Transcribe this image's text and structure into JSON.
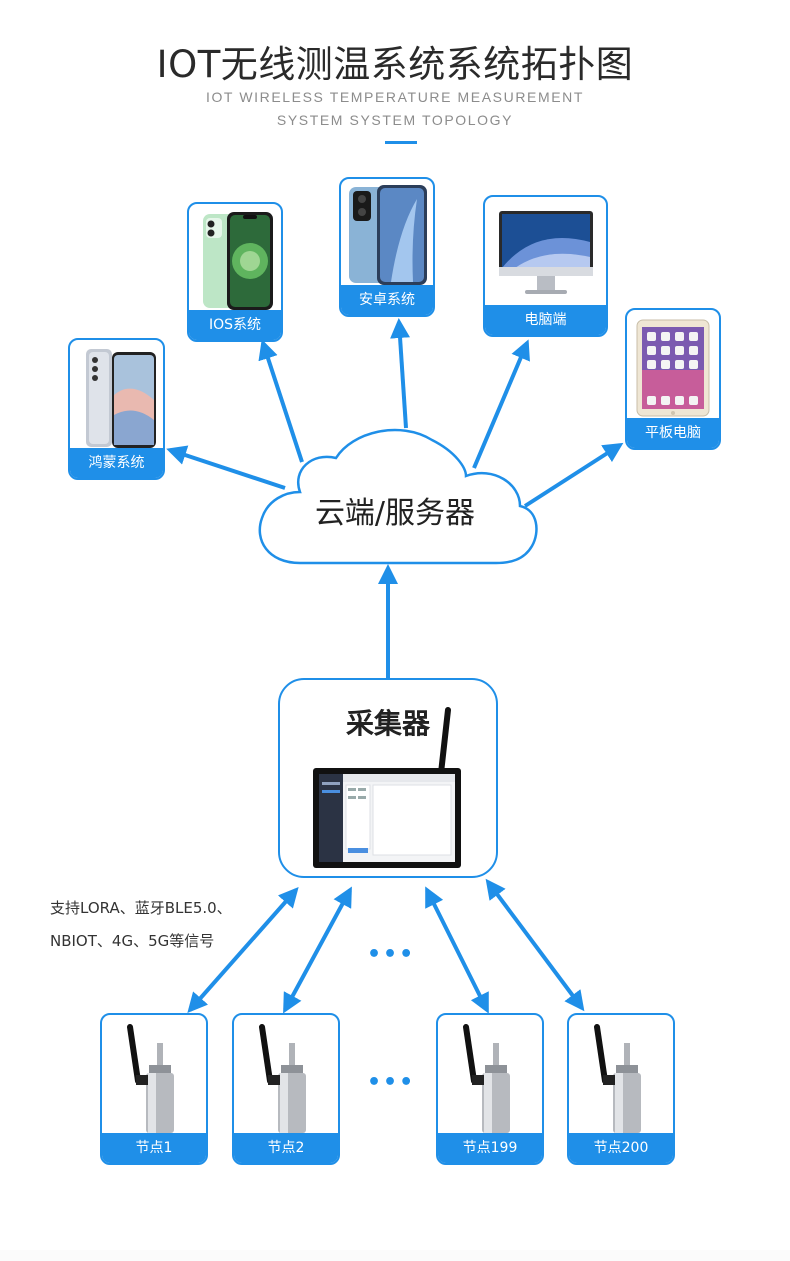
{
  "header": {
    "title": "IOT无线测温系统系统拓扑图",
    "subtitle_line1": "IOT WIRELESS TEMPERATURE MEASUREMENT",
    "subtitle_line2": "SYSTEM SYSTEM TOPOLOGY"
  },
  "clients": [
    {
      "label": "鸿蒙系统",
      "icon": "phone-icon"
    },
    {
      "label": "IOS系统",
      "icon": "phone-icon"
    },
    {
      "label": "安卓系统",
      "icon": "phone-icon"
    },
    {
      "label": "电脑端",
      "icon": "monitor-icon"
    },
    {
      "label": "平板电脑",
      "icon": "tablet-icon"
    }
  ],
  "cloud": {
    "label": "云端/服务器"
  },
  "collector": {
    "label": "采集器"
  },
  "protocol_note": {
    "line1": "支持LORA、蓝牙BLE5.0、",
    "line2": "NBIOT、4G、5G等信号"
  },
  "nodes": [
    {
      "label": "节点1"
    },
    {
      "label": "节点2"
    },
    {
      "label": "节点199"
    },
    {
      "label": "节点200"
    }
  ],
  "ellipsis": "•••",
  "colors": {
    "accent": "#1f8fe8",
    "text": "#222222",
    "subtitle": "#8c8c8c"
  }
}
